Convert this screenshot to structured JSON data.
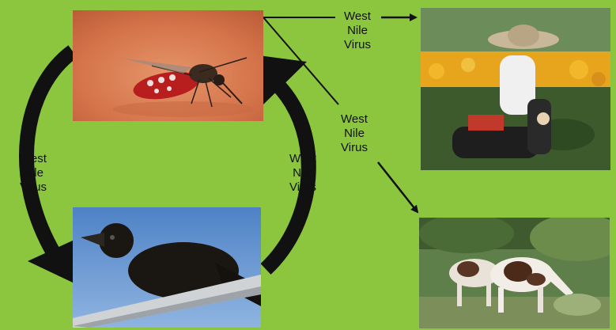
{
  "colors": {
    "background": "#8cc63f",
    "arrow": "#111111",
    "label_text": "#111111"
  },
  "labels": {
    "top_right": "West\nNile\nVirus",
    "middle_right": "West\nNile\nVirus",
    "cycle_left": "West\nNile\nVirus",
    "cycle_right": "West\nNile\nVirus"
  },
  "images": {
    "mosquito": "mosquito feeding on skin photo",
    "bird": "crow / black bird perched photo",
    "human": "person gardening in flower field photo",
    "horses": "horses grazing in pasture photo"
  }
}
